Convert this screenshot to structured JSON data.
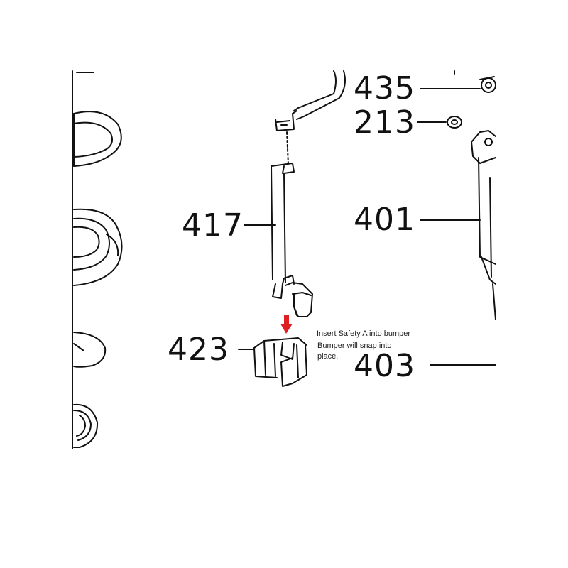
{
  "diagram": {
    "part_labels": {
      "p435": "435",
      "p213": "213",
      "p417": "417",
      "p401": "401",
      "p423": "423",
      "p403": "403"
    },
    "annotation": {
      "line1": "Insert Safety A into bumper",
      "line2": "Bumper will snap into",
      "line3": "place."
    },
    "colors": {
      "ink": "#111111",
      "arrow": "#e02020"
    }
  }
}
